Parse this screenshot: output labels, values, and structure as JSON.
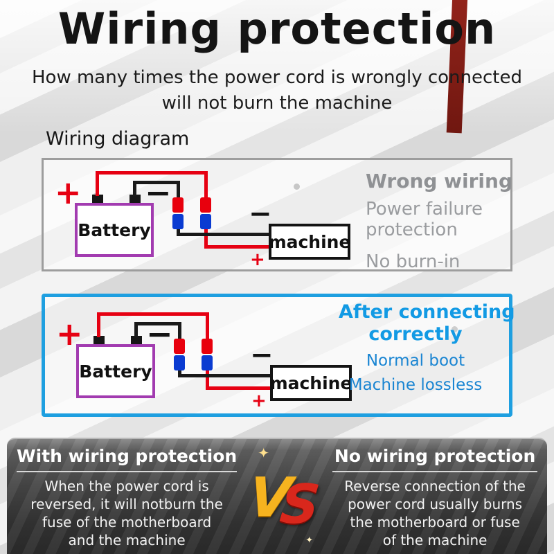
{
  "header": {
    "title": "Wiring protection",
    "subtitle_line1": "How many times the power cord is wrongly connected",
    "subtitle_line2": "will not burn the machine",
    "diagram_label": "Wiring diagram"
  },
  "diagram": {
    "battery_label": "Battery",
    "machine_label": "machine",
    "plus": "+",
    "minus": "−"
  },
  "panel_wrong": {
    "heading": "Wrong wiring",
    "line1": "Power failure protection",
    "line2": "No burn-in"
  },
  "panel_correct": {
    "heading_line1": "After connecting",
    "heading_line2": "correctly",
    "line1": "Normal boot",
    "line2": "Machine lossless"
  },
  "comparison": {
    "vs_v": "V",
    "vs_s": "S",
    "sparkle": "✦",
    "left": {
      "heading": "With wiring protection",
      "lines": [
        "When the power cord is",
        "reversed, it will notburn the",
        "fuse of the motherboard",
        "and the machine"
      ]
    },
    "right": {
      "heading": "No wiring protection",
      "lines": [
        "Reverse connection of the",
        "power cord usually burns",
        "the motherboard or fuse",
        "of the machine"
      ]
    }
  },
  "colors": {
    "accent_blue": "#1e9fe0",
    "gray_text": "#97999c",
    "wire_red": "#e60012",
    "connector_blue": "#0a3bd1",
    "battery_purple": "#a23bb0",
    "vs_gold": "#f6b31f",
    "vs_red": "#d9271c"
  }
}
